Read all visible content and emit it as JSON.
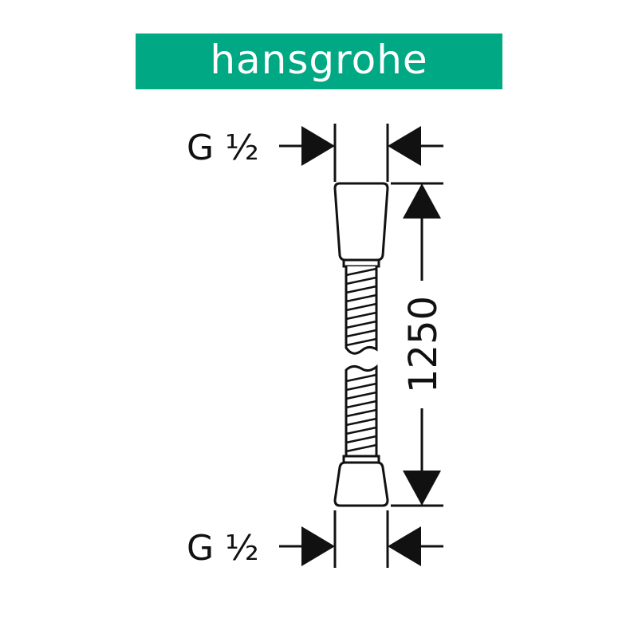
{
  "brand": {
    "name": "hansgrohe",
    "color": "#00a884",
    "text_color": "#ffffff"
  },
  "diagram": {
    "thread_top": "G ½",
    "thread_bottom": "G ½",
    "length_label": "1250",
    "line_color": "#111111",
    "background": "#ffffff"
  }
}
